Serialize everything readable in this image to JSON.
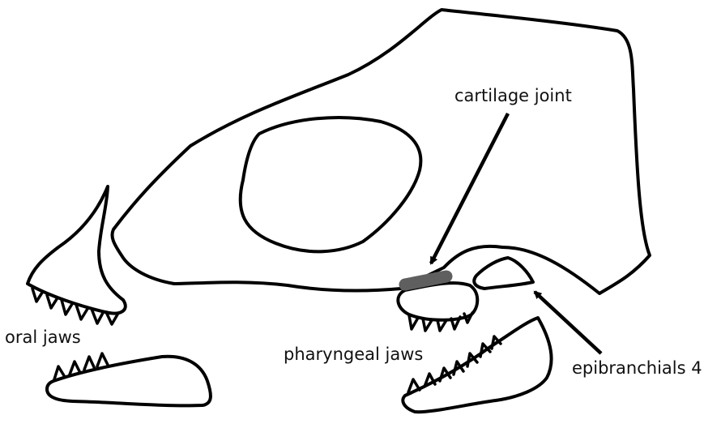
{
  "labels": {
    "cartilage_joint": "cartilage joint",
    "oral_jaws": "oral jaws",
    "pharyngeal_jaws": "pharyngeal jaws",
    "epibranchials": "epibranchials 4"
  },
  "colors": {
    "outline": "#000000",
    "cartilage": "#5f5f5f",
    "background": "#ffffff"
  }
}
